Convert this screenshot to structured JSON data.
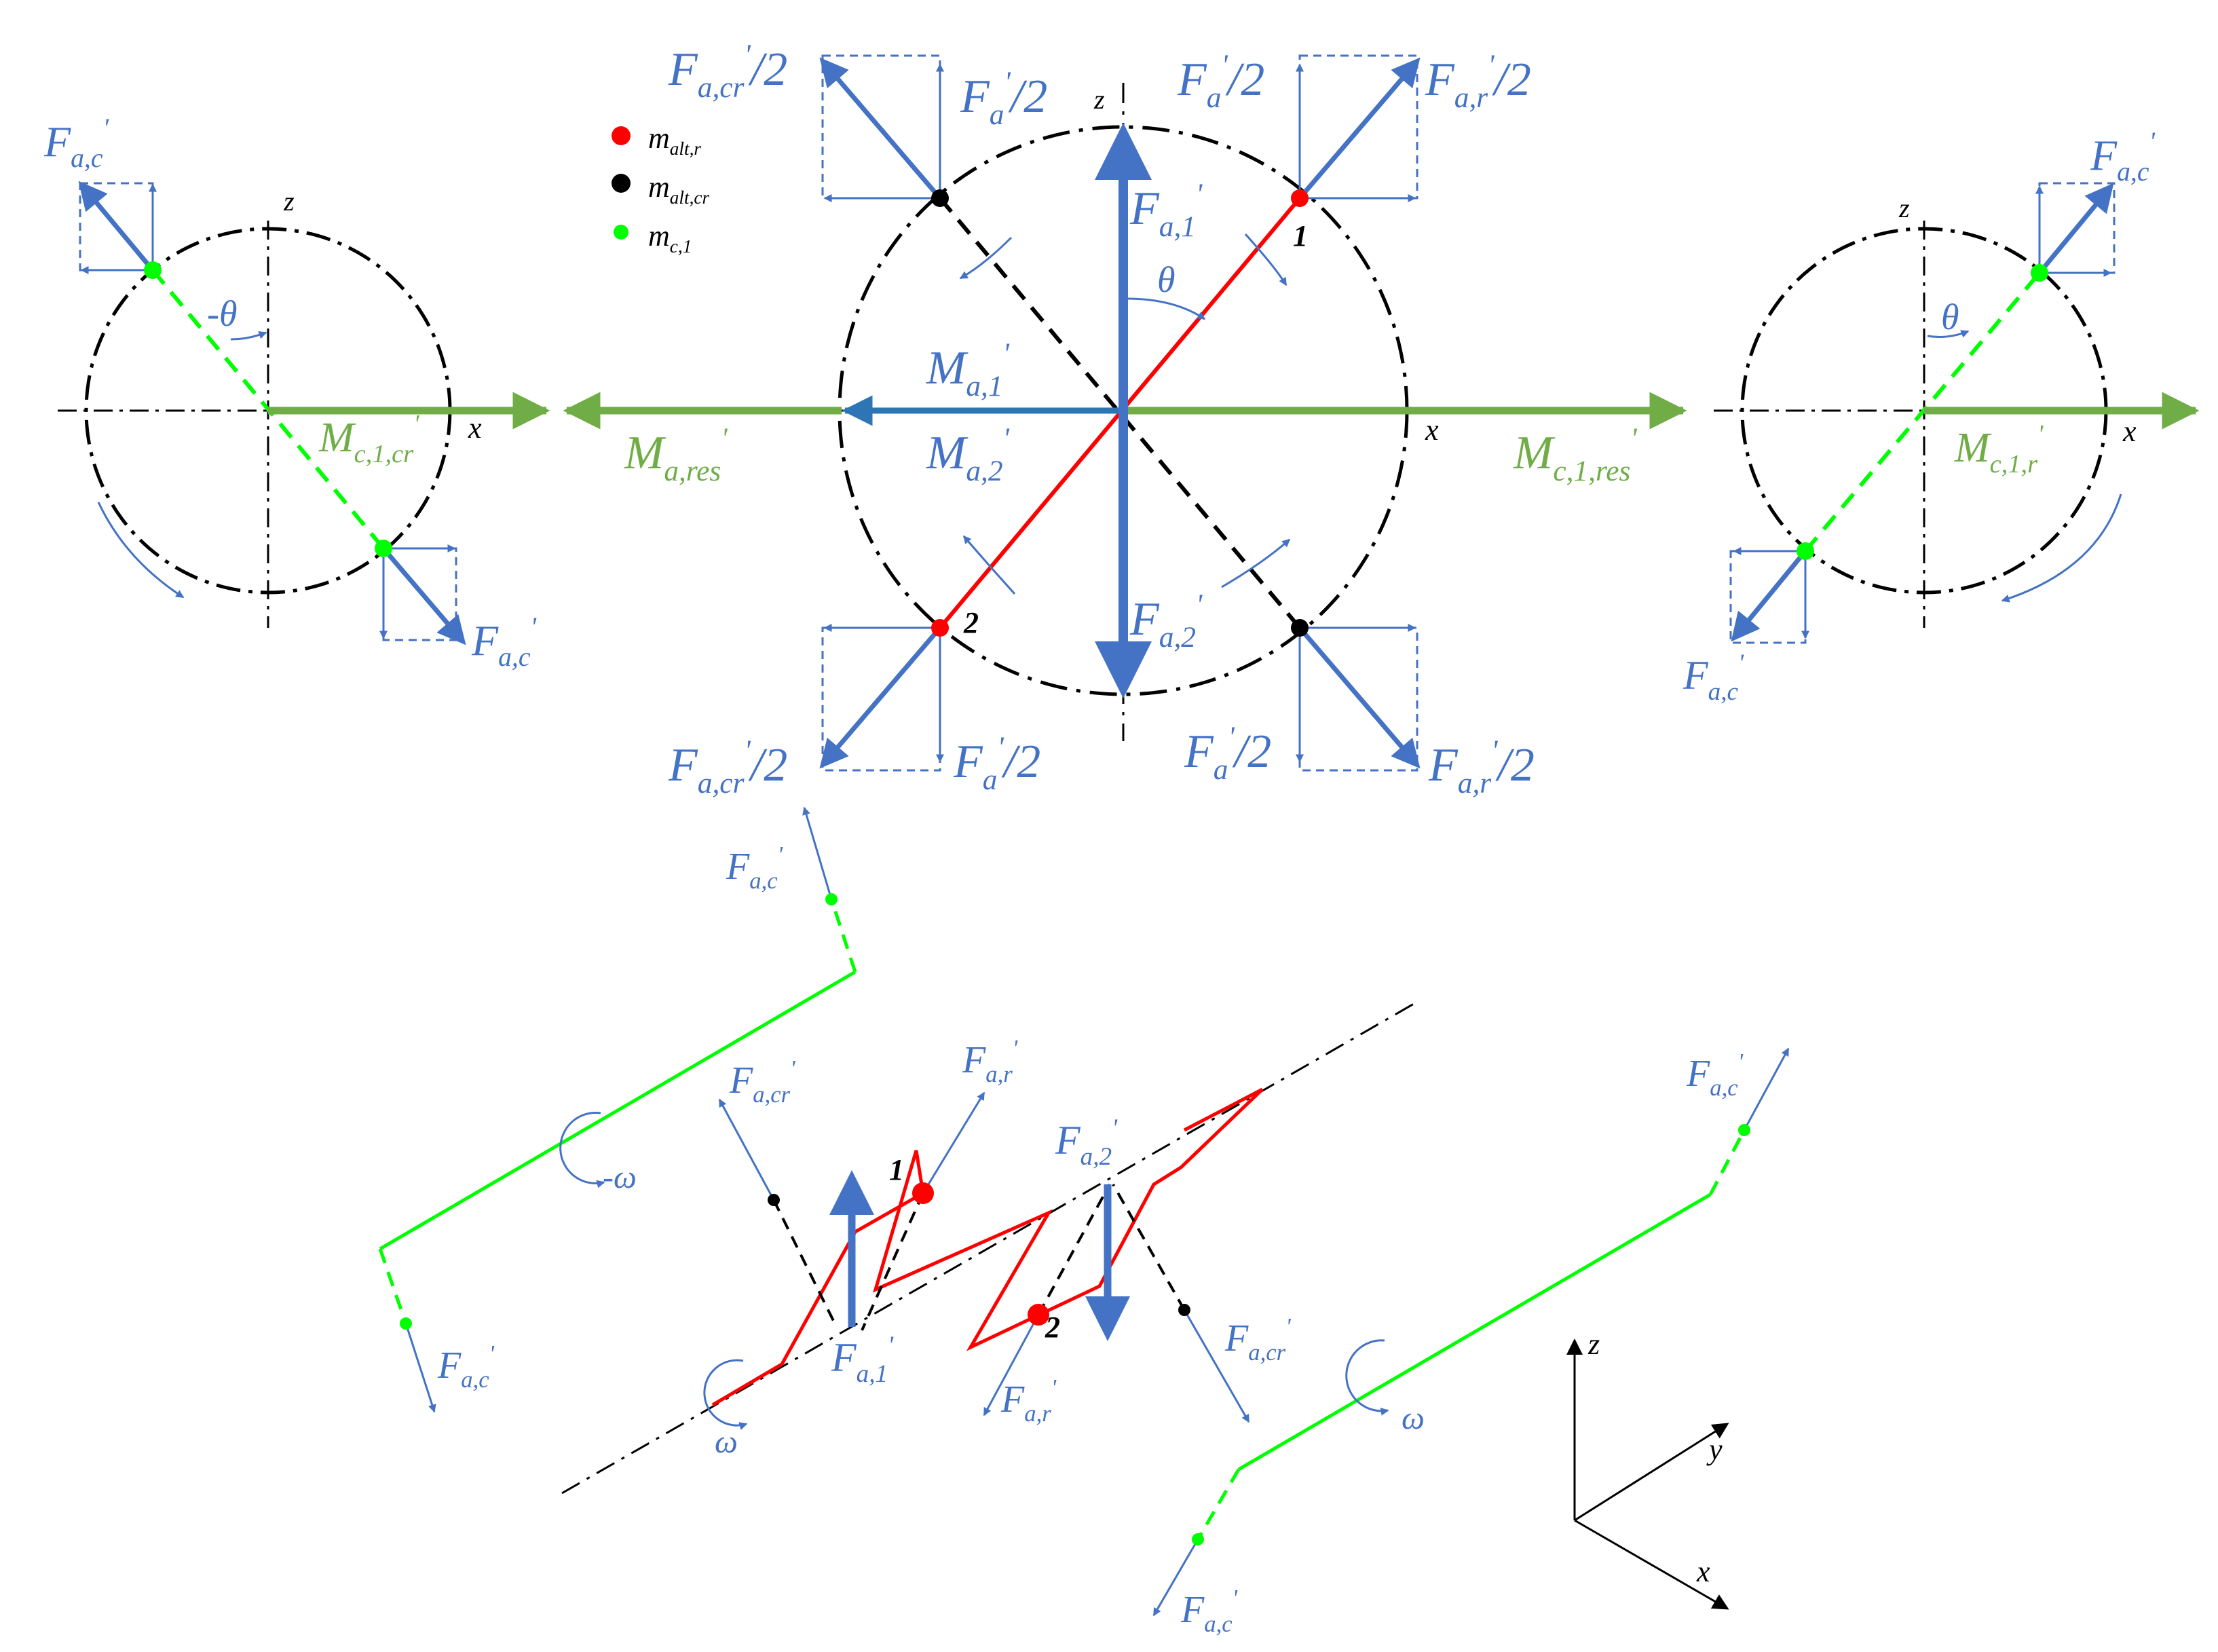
{
  "labels": {
    "Fac": {
      "main": "F",
      "sub": "a,c",
      "sup": "'"
    },
    "Facr_half": {
      "main": "F",
      "sub": "a,cr",
      "sup": "'",
      "tail": "/2"
    },
    "Fa_half": {
      "main": "F",
      "sub": "a",
      "sup": "'",
      "tail": "/2"
    },
    "Far_half": {
      "main": "F",
      "sub": "a,r",
      "sup": "'",
      "tail": "/2"
    },
    "Fa1": {
      "main": "F",
      "sub": "a,1",
      "sup": "'"
    },
    "Fa2": {
      "main": "F",
      "sub": "a,2",
      "sup": "'"
    },
    "Facr": {
      "main": "F",
      "sub": "a,cr",
      "sup": "'"
    },
    "Far": {
      "main": "F",
      "sub": "a,r",
      "sup": "'"
    },
    "Ma1": {
      "main": "M",
      "sub": "a,1",
      "sup": "'"
    },
    "Ma2": {
      "main": "M",
      "sub": "a,2",
      "sup": "'"
    },
    "Mares": {
      "main": "M",
      "sub": "a,res",
      "sup": "'"
    },
    "Mc1res": {
      "main": "M",
      "sub": "c,1,res",
      "sup": "'"
    },
    "Mc1cr": {
      "main": "M",
      "sub": "c,1,cr",
      "sup": "'"
    },
    "Mc1r": {
      "main": "M",
      "sub": "c,1,r",
      "sup": "'"
    }
  },
  "axes": {
    "x": "x",
    "y": "y",
    "z": "z"
  },
  "angles": {
    "theta": "θ",
    "neg_theta": "-θ",
    "omega": "ω",
    "neg_omega": "-ω"
  },
  "points": {
    "one": "1",
    "two": "2"
  },
  "legend": [
    {
      "main": "m",
      "sub": "alt,r",
      "color": "#ff0000"
    },
    {
      "main": "m",
      "sub": "alt,cr",
      "color": "#000000"
    },
    {
      "main": "m",
      "sub": "c,1",
      "color": "#00ff00"
    }
  ],
  "colors": {
    "force": "#4472c4",
    "moment": "#70ad47",
    "crank": "#ff0000",
    "counterweight": "#00ff00",
    "axis": "#000000",
    "moment_dark": "#2e75b6"
  }
}
